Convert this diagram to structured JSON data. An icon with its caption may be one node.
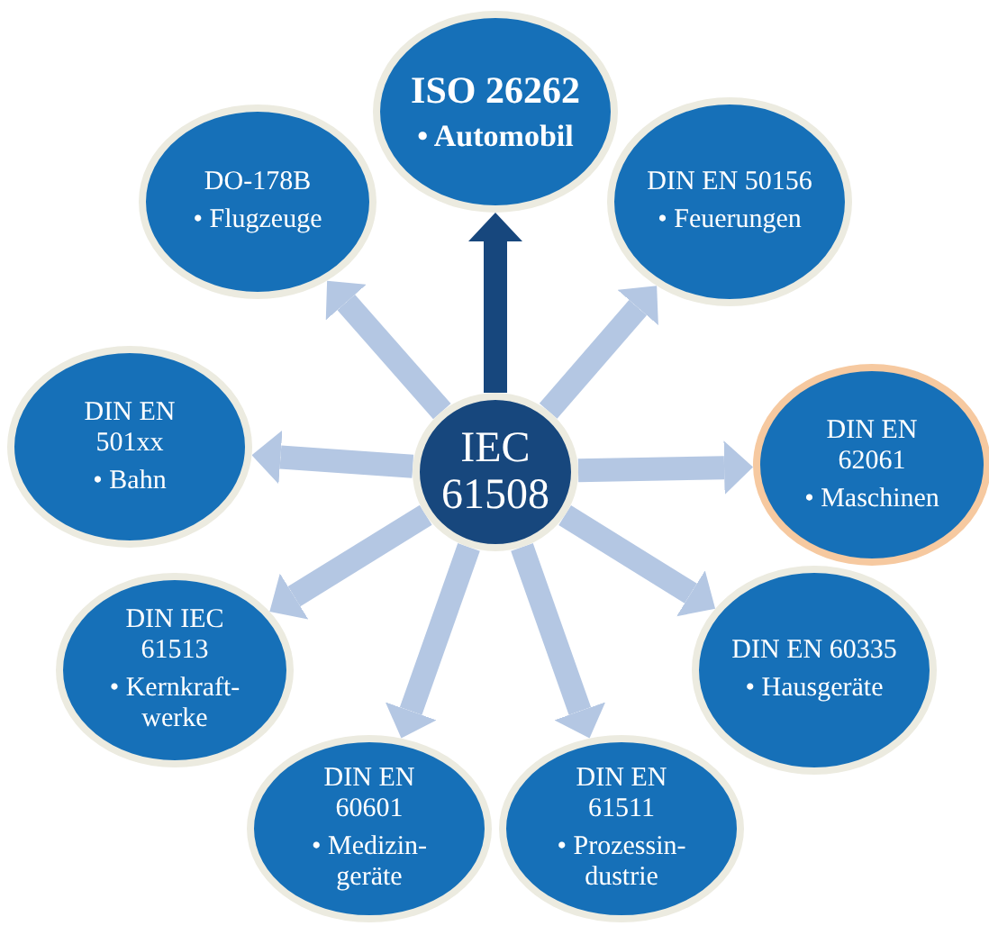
{
  "diagram": {
    "nodes": [
      {
        "text": [
          "IEC 61508"
        ]
      },
      {
        "text": [
          "ISO 26262",
          "• Automobil"
        ]
      },
      {
        "text": [
          "DIN EN 50156",
          "• Feuerungen"
        ]
      },
      {
        "text": [
          "DIN EN 62061",
          "• Maschinen"
        ]
      },
      {
        "text": [
          "DIN EN 60335",
          "• Hausgeräte"
        ]
      },
      {
        "text": [
          "DIN EN 61511",
          "• Prozessin- dustrie"
        ]
      },
      {
        "text": [
          "DIN EN 60601",
          "• Medizin- geräte"
        ]
      },
      {
        "text": [
          "DIN IEC 61513",
          "• Kernkraft- werke"
        ]
      },
      {
        "text": [
          "DIN EN 501xx",
          "• Bahn"
        ]
      },
      {
        "text": [
          "DO-178B",
          "• Flugzeuge"
        ]
      }
    ],
    "edges": [
      {
        "from": 0,
        "to": 1,
        "arrow": "to",
        "color": "#17477d"
      },
      {
        "from": 0,
        "to": 2,
        "arrow": "to"
      },
      {
        "from": 0,
        "to": 3,
        "arrow": "to"
      },
      {
        "from": 0,
        "to": 4,
        "arrow": "to"
      },
      {
        "from": 0,
        "to": 5,
        "arrow": "to"
      },
      {
        "from": 0,
        "to": 6,
        "arrow": "to"
      },
      {
        "from": 0,
        "to": 7,
        "arrow": "to"
      },
      {
        "from": 0,
        "to": 8,
        "arrow": "to"
      },
      {
        "from": 0,
        "to": 9,
        "arrow": "to"
      }
    ]
  }
}
